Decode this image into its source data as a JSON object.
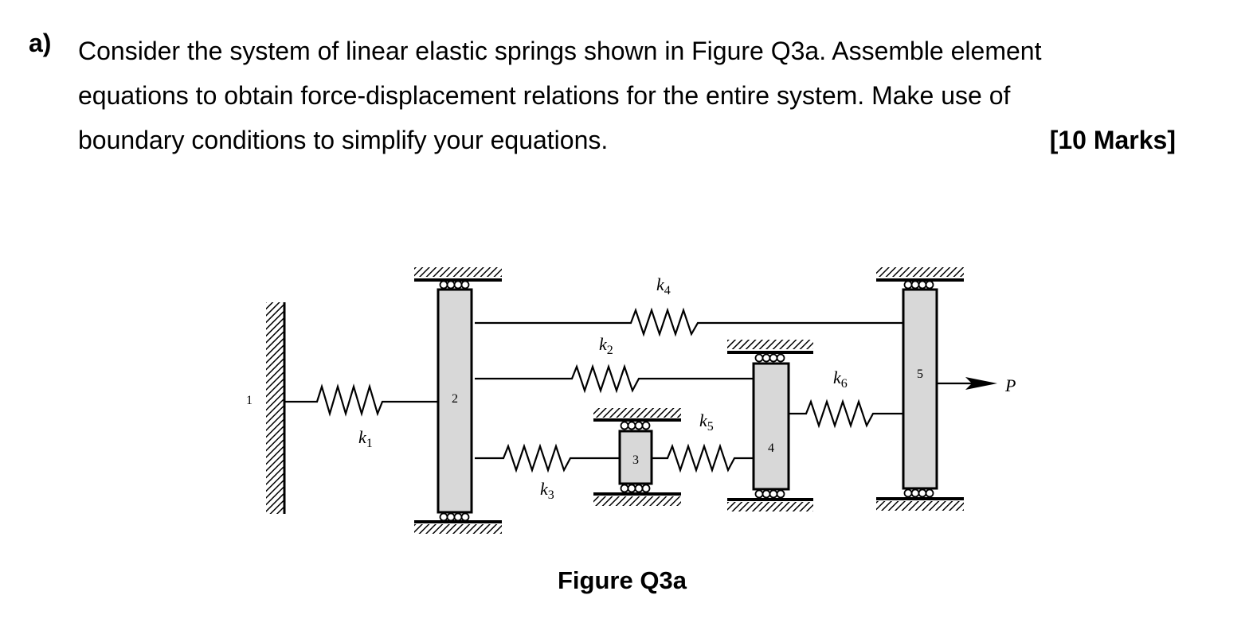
{
  "question": {
    "label": "a)",
    "lines": [
      "Consider the system of linear elastic springs shown in Figure Q3a. Assemble element",
      "equations to obtain force-displacement relations for the entire system. Make use of",
      "boundary conditions to simplify your equations."
    ],
    "marks": "[10 Marks]"
  },
  "figure": {
    "caption": "Figure Q3a",
    "nodes": [
      "1",
      "2",
      "3",
      "4",
      "5"
    ],
    "springs": {
      "k1": {
        "base": "k",
        "sub": "1"
      },
      "k2": {
        "base": "k",
        "sub": "2"
      },
      "k3": {
        "base": "k",
        "sub": "3"
      },
      "k4": {
        "base": "k",
        "sub": "4"
      },
      "k5": {
        "base": "k",
        "sub": "5"
      },
      "k6": {
        "base": "k",
        "sub": "6"
      }
    },
    "load_label": "P"
  }
}
